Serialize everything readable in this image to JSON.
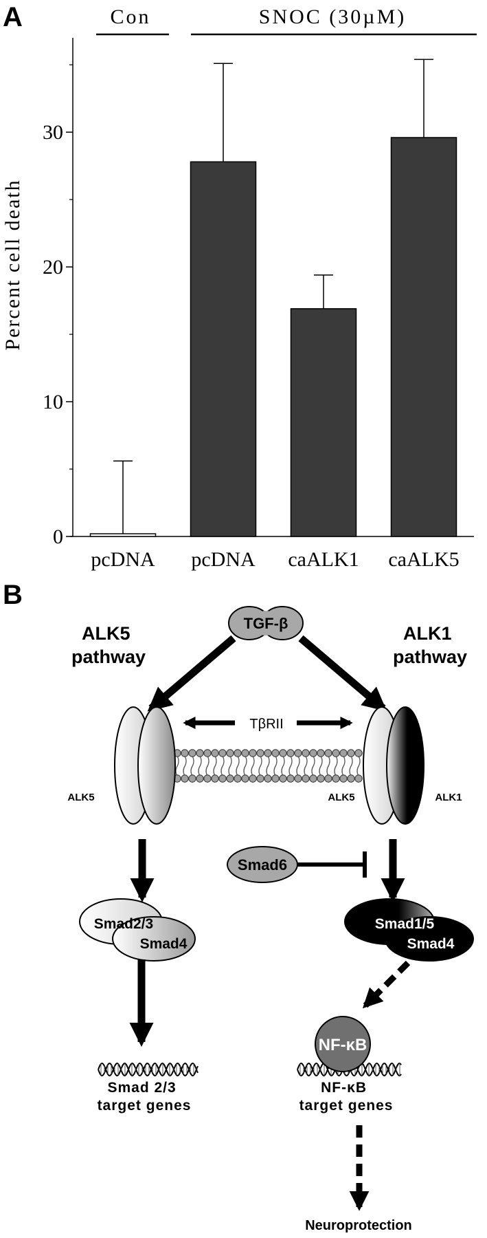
{
  "panel_a": {
    "letter": "A",
    "group_labels": [
      "Con",
      "SNOC (30µM)"
    ]
  },
  "chart_data": {
    "type": "bar",
    "categories": [
      "pcDNA",
      "pcDNA",
      "caALK1",
      "caALK5"
    ],
    "groups": [
      {
        "label": "Con",
        "categories": [
          "pcDNA"
        ]
      },
      {
        "label": "SNOC (30µM)",
        "categories": [
          "pcDNA",
          "caALK1",
          "caALK5"
        ]
      }
    ],
    "series": [
      {
        "values": [
          0.2,
          27.8,
          16.9,
          29.6
        ],
        "error_upper": [
          5.4,
          7.3,
          2.5,
          5.8
        ]
      }
    ],
    "ylabel": "Percent cell death",
    "ylim": [
      0,
      37
    ],
    "yticks": [
      0,
      10,
      20,
      30
    ],
    "colors": [
      "#ffffff",
      "#3a3a3a",
      "#3a3a3a",
      "#3a3a3a"
    ],
    "grid": false
  },
  "panel_b": {
    "letter": "B",
    "ligand": "TGF-β",
    "left_pathway": [
      "ALK5",
      "pathway"
    ],
    "right_pathway": [
      "ALK1",
      "pathway"
    ],
    "receptor_arrow_label": "TβRII",
    "left_receptor_label": "ALK5",
    "right_receptor_labels": [
      "ALK5",
      "ALK1"
    ],
    "inhibitor": "Smad6",
    "left_complex": [
      "Smad2/3",
      "Smad4"
    ],
    "right_complex": [
      "Smad1/5",
      "Smad4"
    ],
    "transcription_factor": "NF-κB",
    "left_target": [
      "Smad 2/3",
      "target genes"
    ],
    "right_target": [
      "NF-κB",
      "target genes"
    ],
    "outcome": "Neuroprotection"
  }
}
